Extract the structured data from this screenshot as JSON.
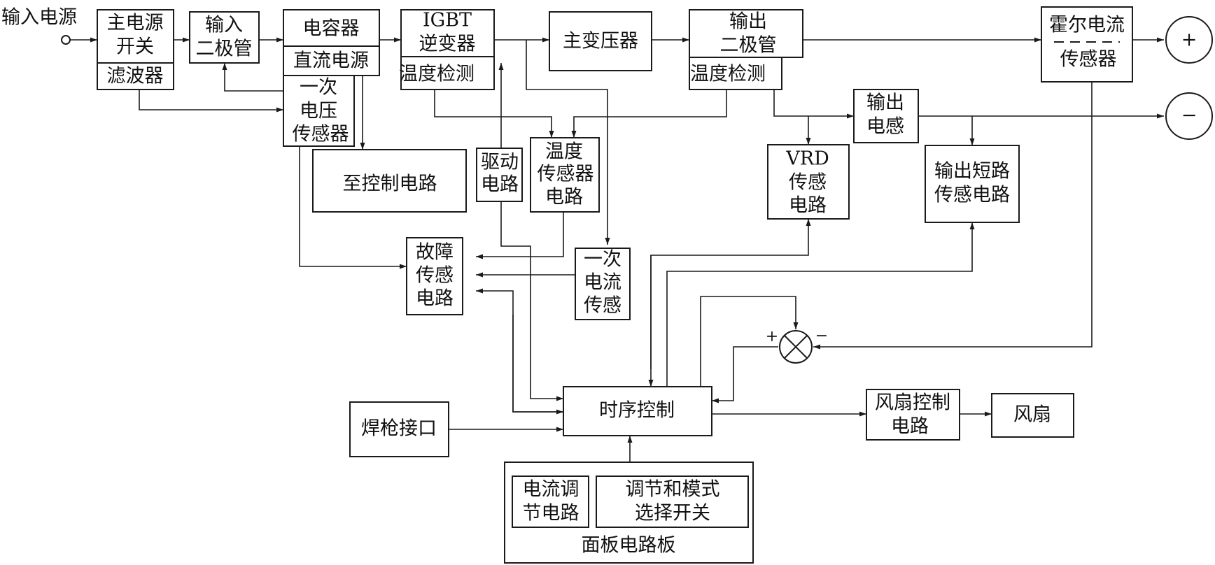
{
  "labels": {
    "input_power": "输入电源",
    "main_switch_1": "主电源",
    "main_switch_2": "开关",
    "filter": "滤波器",
    "input_diode_1": "输入",
    "input_diode_2": "二极管",
    "capacitor": "电容器",
    "dc_supply": "直流电源",
    "primary_voltage_sensor_1": "一次",
    "primary_voltage_sensor_2": "电压",
    "primary_voltage_sensor_3": "传感器",
    "igbt_1": "IGBT",
    "igbt_2": "逆变器",
    "igbt_temp": "温度检测",
    "main_transformer": "主变压器",
    "output_diode_1": "输出",
    "output_diode_2": "二极管",
    "output_diode_temp": "温度检测",
    "hall_sensor_1": "霍尔电流",
    "hall_sensor_2": "传感器",
    "plus_terminal": "+",
    "minus_terminal": "−",
    "output_inductor_1": "输出",
    "output_inductor_2": "电感",
    "to_control": "至控制电路",
    "drive_circuit_1": "驱动",
    "drive_circuit_2": "电路",
    "temp_sensor_circuit_1": "温度",
    "temp_sensor_circuit_2": "传感器",
    "temp_sensor_circuit_3": "电路",
    "vrd_sensor_1": "VRD",
    "vrd_sensor_2": "传感",
    "vrd_sensor_3": "电路",
    "short_circuit_sensor_1": "输出短路",
    "short_circuit_sensor_2": "传感电路",
    "fault_sensor_1": "故障",
    "fault_sensor_2": "传感",
    "fault_sensor_3": "电路",
    "primary_current_sensor_1": "一次",
    "primary_current_sensor_2": "电流",
    "primary_current_sensor_3": "传感",
    "comparator_plus": "+",
    "comparator_minus": "−",
    "torch_interface": "焊枪接口",
    "timing_control": "时序控制",
    "fan_control_1": "风扇控制",
    "fan_control_2": "电路",
    "fan": "风扇",
    "current_adjust_1": "电流调",
    "current_adjust_2": "节电路",
    "mode_switch_1": "调节和模式",
    "mode_switch_2": "选择开关",
    "panel_board": "面板电路板"
  }
}
